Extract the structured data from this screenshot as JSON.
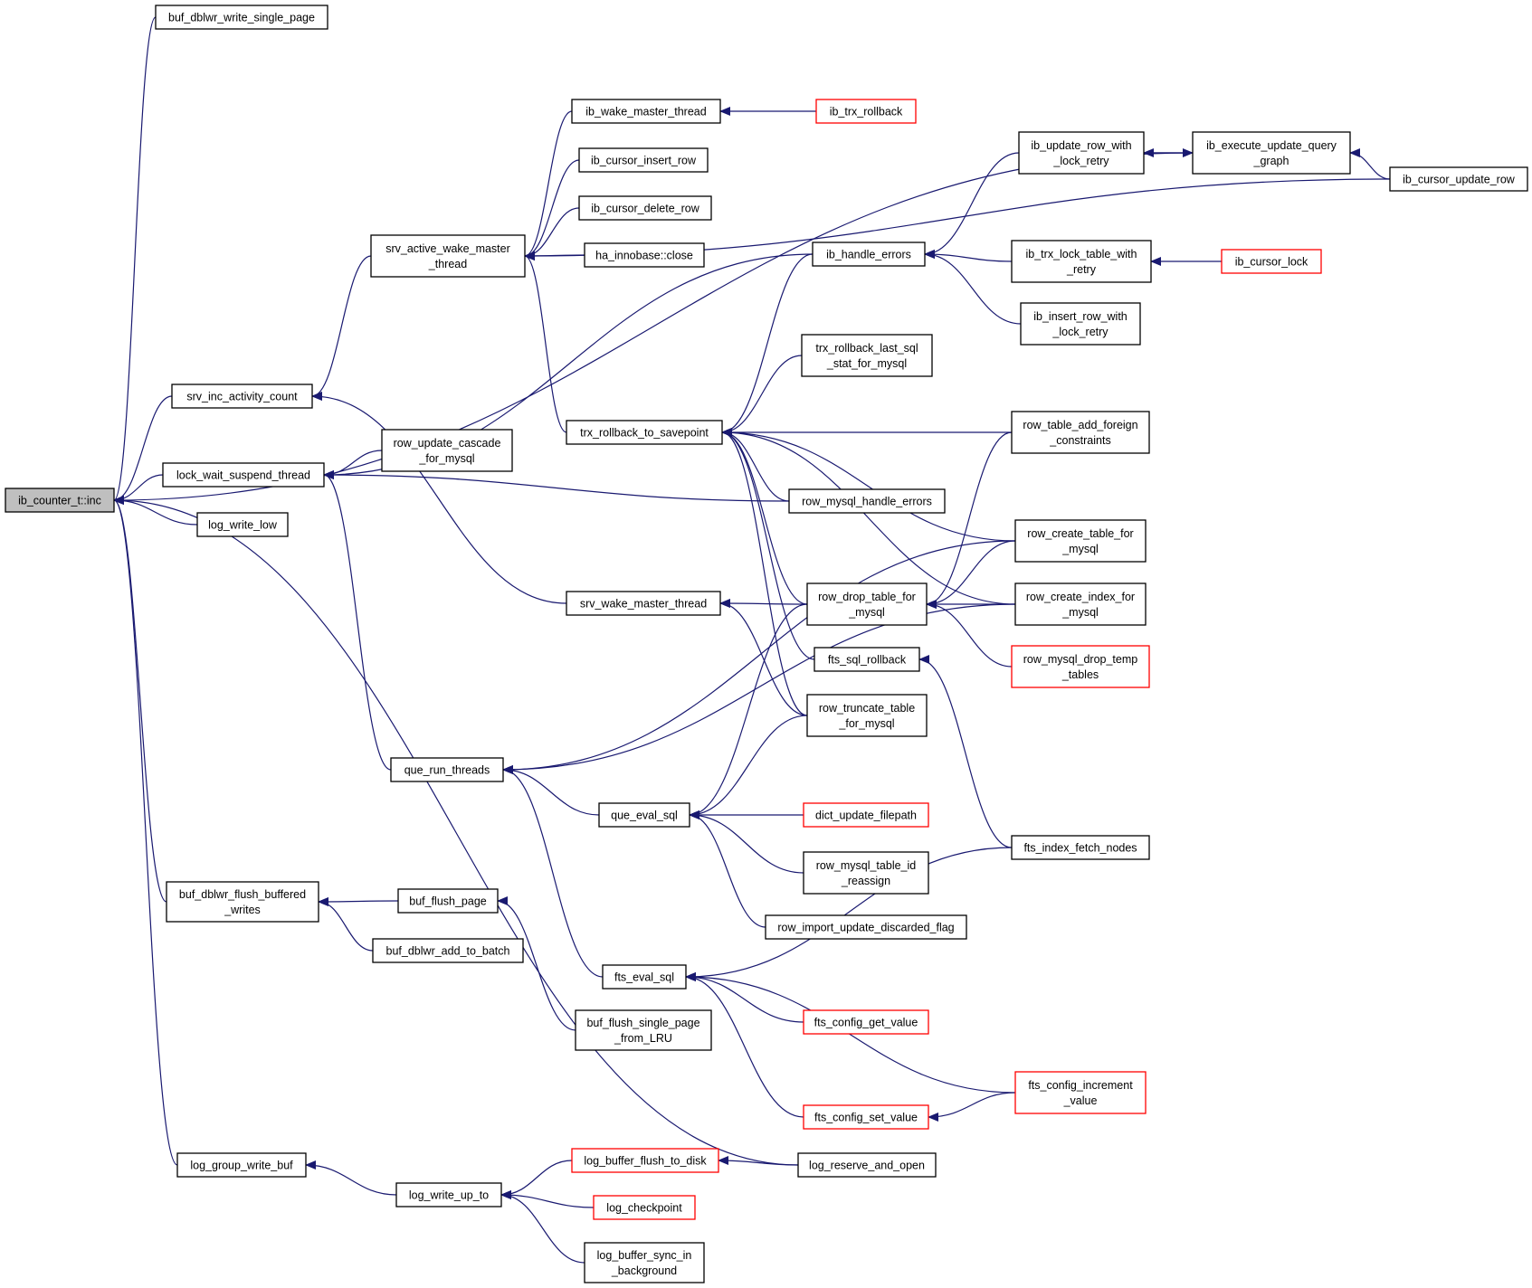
{
  "edge_color": "#191970",
  "node_fill": "#ffffff",
  "root_fill": "#bfbfbf",
  "truncated_border": "#ff0000",
  "nodes": [
    {
      "id": "ib_counter_inc",
      "lines": [
        "ib_counter_t::inc"
      ],
      "root": true
    },
    {
      "id": "buf_dblwr_write_single_page",
      "lines": [
        "buf_dblwr_write_single_page"
      ]
    },
    {
      "id": "srv_inc_activity_count",
      "lines": [
        "srv_inc_activity_count"
      ]
    },
    {
      "id": "lock_wait_suspend_thread",
      "lines": [
        "lock_wait_suspend_thread"
      ]
    },
    {
      "id": "log_write_low",
      "lines": [
        "log_write_low"
      ]
    },
    {
      "id": "buf_dblwr_flush_buffered_writes",
      "lines": [
        "buf_dblwr_flush_buffered",
        "_writes"
      ]
    },
    {
      "id": "log_group_write_buf",
      "lines": [
        "log_group_write_buf"
      ]
    },
    {
      "id": "srv_active_wake_master_thread",
      "lines": [
        "srv_active_wake_master",
        "_thread"
      ]
    },
    {
      "id": "row_update_cascade_for_mysql",
      "lines": [
        "row_update_cascade",
        "_for_mysql"
      ]
    },
    {
      "id": "que_run_threads",
      "lines": [
        "que_run_threads"
      ]
    },
    {
      "id": "buf_flush_page",
      "lines": [
        "buf_flush_page"
      ]
    },
    {
      "id": "buf_dblwr_add_to_batch",
      "lines": [
        "buf_dblwr_add_to_batch"
      ]
    },
    {
      "id": "log_write_up_to",
      "lines": [
        "log_write_up_to"
      ]
    },
    {
      "id": "ib_wake_master_thread",
      "lines": [
        "ib_wake_master_thread"
      ]
    },
    {
      "id": "ib_cursor_insert_row",
      "lines": [
        "ib_cursor_insert_row"
      ]
    },
    {
      "id": "ib_cursor_delete_row",
      "lines": [
        "ib_cursor_delete_row"
      ]
    },
    {
      "id": "ha_innobase_close",
      "lines": [
        "ha_innobase::close"
      ]
    },
    {
      "id": "trx_rollback_to_savepoint",
      "lines": [
        "trx_rollback_to_savepoint"
      ]
    },
    {
      "id": "srv_wake_master_thread",
      "lines": [
        "srv_wake_master_thread"
      ]
    },
    {
      "id": "que_eval_sql",
      "lines": [
        "que_eval_sql"
      ]
    },
    {
      "id": "fts_eval_sql",
      "lines": [
        "fts_eval_sql"
      ]
    },
    {
      "id": "buf_flush_single_page_from_LRU",
      "lines": [
        "buf_flush_single_page",
        "_from_LRU"
      ]
    },
    {
      "id": "log_buffer_flush_to_disk",
      "lines": [
        "log_buffer_flush_to_disk"
      ],
      "red": true
    },
    {
      "id": "log_checkpoint",
      "lines": [
        "log_checkpoint"
      ],
      "red": true
    },
    {
      "id": "log_buffer_sync_in_background",
      "lines": [
        "log_buffer_sync_in",
        "_background"
      ]
    },
    {
      "id": "ib_trx_rollback",
      "lines": [
        "ib_trx_rollback"
      ],
      "red": true
    },
    {
      "id": "ib_handle_errors",
      "lines": [
        "ib_handle_errors"
      ]
    },
    {
      "id": "trx_rollback_last_sql_stat_for_mysql",
      "lines": [
        "trx_rollback_last_sql",
        "_stat_for_mysql"
      ]
    },
    {
      "id": "row_mysql_handle_errors",
      "lines": [
        "row_mysql_handle_errors"
      ]
    },
    {
      "id": "row_drop_table_for_mysql",
      "lines": [
        "row_drop_table_for",
        "_mysql"
      ]
    },
    {
      "id": "fts_sql_rollback",
      "lines": [
        "fts_sql_rollback"
      ]
    },
    {
      "id": "row_truncate_table_for_mysql",
      "lines": [
        "row_truncate_table",
        "_for_mysql"
      ]
    },
    {
      "id": "dict_update_filepath",
      "lines": [
        "dict_update_filepath"
      ],
      "red": true
    },
    {
      "id": "row_mysql_table_id_reassign",
      "lines": [
        "row_mysql_table_id",
        "_reassign"
      ]
    },
    {
      "id": "row_import_update_discarded_flag",
      "lines": [
        "row_import_update_discarded_flag"
      ]
    },
    {
      "id": "fts_config_get_value",
      "lines": [
        "fts_config_get_value"
      ],
      "red": true
    },
    {
      "id": "fts_config_set_value",
      "lines": [
        "fts_config_set_value"
      ],
      "red": true
    },
    {
      "id": "log_reserve_and_open",
      "lines": [
        "log_reserve_and_open"
      ]
    },
    {
      "id": "ib_update_row_with_lock_retry",
      "lines": [
        "ib_update_row_with",
        "_lock_retry"
      ]
    },
    {
      "id": "ib_trx_lock_table_with_retry",
      "lines": [
        "ib_trx_lock_table_with",
        "_retry"
      ]
    },
    {
      "id": "ib_insert_row_with_lock_retry",
      "lines": [
        "ib_insert_row_with",
        "_lock_retry"
      ]
    },
    {
      "id": "row_table_add_foreign_constraints",
      "lines": [
        "row_table_add_foreign",
        "_constraints"
      ]
    },
    {
      "id": "row_create_table_for_mysql",
      "lines": [
        "row_create_table_for",
        "_mysql"
      ]
    },
    {
      "id": "row_create_index_for_mysql",
      "lines": [
        "row_create_index_for",
        "_mysql"
      ]
    },
    {
      "id": "row_mysql_drop_temp_tables",
      "lines": [
        "row_mysql_drop_temp",
        "_tables"
      ],
      "red": true
    },
    {
      "id": "fts_index_fetch_nodes",
      "lines": [
        "fts_index_fetch_nodes"
      ]
    },
    {
      "id": "fts_config_increment_value",
      "lines": [
        "fts_config_increment",
        "_value"
      ],
      "red": true
    },
    {
      "id": "ib_execute_update_query_graph",
      "lines": [
        "ib_execute_update_query",
        "_graph"
      ]
    },
    {
      "id": "ib_cursor_lock",
      "lines": [
        "ib_cursor_lock"
      ],
      "red": true
    },
    {
      "id": "ib_cursor_update_row",
      "lines": [
        "ib_cursor_update_row"
      ]
    }
  ],
  "edges": [
    [
      "buf_dblwr_write_single_page",
      "ib_counter_inc"
    ],
    [
      "ib_execute_update_query_graph",
      "ib_counter_inc"
    ],
    [
      "srv_inc_activity_count",
      "ib_counter_inc"
    ],
    [
      "lock_wait_suspend_thread",
      "ib_counter_inc"
    ],
    [
      "log_write_low",
      "ib_counter_inc"
    ],
    [
      "buf_dblwr_flush_buffered_writes",
      "ib_counter_inc"
    ],
    [
      "log_group_write_buf",
      "ib_counter_inc"
    ],
    [
      "log_reserve_and_open",
      "ib_counter_inc"
    ],
    [
      "srv_active_wake_master_thread",
      "srv_inc_activity_count"
    ],
    [
      "srv_wake_master_thread",
      "srv_inc_activity_count"
    ],
    [
      "ib_handle_errors",
      "lock_wait_suspend_thread"
    ],
    [
      "row_update_cascade_for_mysql",
      "lock_wait_suspend_thread"
    ],
    [
      "row_mysql_handle_errors",
      "lock_wait_suspend_thread"
    ],
    [
      "que_run_threads",
      "lock_wait_suspend_thread"
    ],
    [
      "ib_wake_master_thread",
      "srv_active_wake_master_thread"
    ],
    [
      "ib_cursor_insert_row",
      "srv_active_wake_master_thread"
    ],
    [
      "ib_cursor_delete_row",
      "srv_active_wake_master_thread"
    ],
    [
      "ha_innobase_close",
      "srv_active_wake_master_thread"
    ],
    [
      "ib_cursor_update_row",
      "srv_active_wake_master_thread"
    ],
    [
      "trx_rollback_to_savepoint",
      "srv_active_wake_master_thread"
    ],
    [
      "ib_trx_rollback",
      "ib_wake_master_thread"
    ],
    [
      "ib_handle_errors",
      "trx_rollback_to_savepoint"
    ],
    [
      "row_table_add_foreign_constraints",
      "trx_rollback_to_savepoint"
    ],
    [
      "trx_rollback_last_sql_stat_for_mysql",
      "trx_rollback_to_savepoint"
    ],
    [
      "row_create_table_for_mysql",
      "trx_rollback_to_savepoint"
    ],
    [
      "row_create_index_for_mysql",
      "trx_rollback_to_savepoint"
    ],
    [
      "row_mysql_handle_errors",
      "trx_rollback_to_savepoint"
    ],
    [
      "row_drop_table_for_mysql",
      "trx_rollback_to_savepoint"
    ],
    [
      "fts_sql_rollback",
      "trx_rollback_to_savepoint"
    ],
    [
      "row_truncate_table_for_mysql",
      "trx_rollback_to_savepoint"
    ],
    [
      "ib_update_row_with_lock_retry",
      "ib_handle_errors"
    ],
    [
      "ib_trx_lock_table_with_retry",
      "ib_handle_errors"
    ],
    [
      "ib_insert_row_with_lock_retry",
      "ib_handle_errors"
    ],
    [
      "ib_update_row_with_lock_retry",
      "ib_execute_update_query_graph"
    ],
    [
      "ib_execute_update_query_graph",
      "ib_update_row_with_lock_retry"
    ],
    [
      "ib_cursor_update_row",
      "ib_execute_update_query_graph"
    ],
    [
      "ib_cursor_lock",
      "ib_trx_lock_table_with_retry"
    ],
    [
      "row_drop_table_for_mysql",
      "srv_wake_master_thread"
    ],
    [
      "row_truncate_table_for_mysql",
      "srv_wake_master_thread"
    ],
    [
      "row_table_add_foreign_constraints",
      "row_drop_table_for_mysql"
    ],
    [
      "row_create_table_for_mysql",
      "row_drop_table_for_mysql"
    ],
    [
      "row_create_index_for_mysql",
      "row_drop_table_for_mysql"
    ],
    [
      "row_mysql_drop_temp_tables",
      "row_drop_table_for_mysql"
    ],
    [
      "fts_index_fetch_nodes",
      "fts_sql_rollback"
    ],
    [
      "row_create_table_for_mysql",
      "que_run_threads"
    ],
    [
      "row_create_index_for_mysql",
      "que_run_threads"
    ],
    [
      "que_eval_sql",
      "que_run_threads"
    ],
    [
      "fts_eval_sql",
      "que_run_threads"
    ],
    [
      "row_drop_table_for_mysql",
      "que_eval_sql"
    ],
    [
      "row_truncate_table_for_mysql",
      "que_eval_sql"
    ],
    [
      "dict_update_filepath",
      "que_eval_sql"
    ],
    [
      "row_mysql_table_id_reassign",
      "que_eval_sql"
    ],
    [
      "row_import_update_discarded_flag",
      "que_eval_sql"
    ],
    [
      "fts_index_fetch_nodes",
      "fts_eval_sql"
    ],
    [
      "fts_config_get_value",
      "fts_eval_sql"
    ],
    [
      "fts_config_increment_value",
      "fts_eval_sql"
    ],
    [
      "fts_config_set_value",
      "fts_eval_sql"
    ],
    [
      "fts_config_increment_value",
      "fts_config_set_value"
    ],
    [
      "buf_flush_page",
      "buf_dblwr_flush_buffered_writes"
    ],
    [
      "buf_dblwr_add_to_batch",
      "buf_dblwr_flush_buffered_writes"
    ],
    [
      "buf_flush_single_page_from_LRU",
      "buf_flush_page"
    ],
    [
      "log_write_up_to",
      "log_group_write_buf"
    ],
    [
      "log_buffer_flush_to_disk",
      "log_write_up_to"
    ],
    [
      "log_checkpoint",
      "log_write_up_to"
    ],
    [
      "log_buffer_sync_in_background",
      "log_write_up_to"
    ],
    [
      "log_reserve_and_open",
      "log_buffer_flush_to_disk"
    ]
  ]
}
